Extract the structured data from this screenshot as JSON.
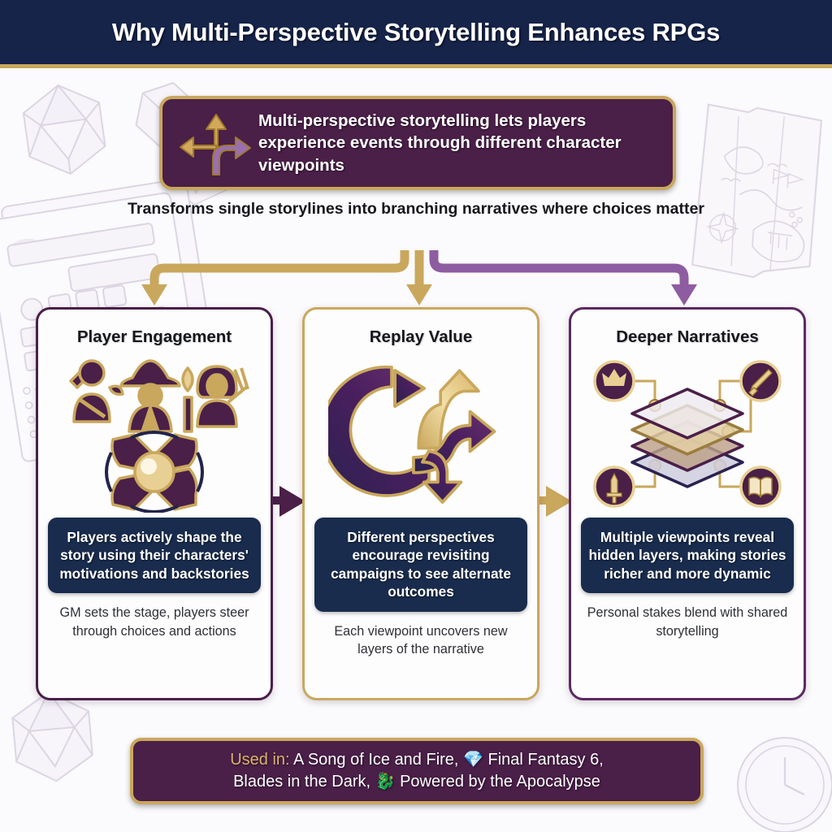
{
  "header": {
    "title": "Why Multi-Perspective Storytelling Enhances RPGs",
    "bg_color": "#16244a",
    "accent_color": "#c9a75c"
  },
  "top_banner": {
    "icon": "branching-arrows-icon",
    "text": "Multi-perspective storytelling lets players experience events through different character viewpoints",
    "bg_color": "#4a1f48",
    "border_color": "#c9a75c"
  },
  "subtitle": "Transforms single storylines into branching narratives where choices matter",
  "cards": [
    {
      "title": "Player Engagement",
      "icon": "party-of-adventurers-icon",
      "highlight": "Players actively shape the story using their characters' motivations and backstories",
      "caption": "GM sets the stage, players steer through choices and actions",
      "border_color": "#4a1f48"
    },
    {
      "title": "Replay Value",
      "icon": "replay-branching-arrows-icon",
      "highlight": "Different perspectives encourage revisiting campaigns to see alternate outcomes",
      "caption": "Each viewpoint uncovers new layers of the narrative",
      "border_color": "#c9a75c"
    },
    {
      "title": "Deeper Narratives",
      "icon": "stacked-layers-icon",
      "highlight": "Multiple viewpoints reveal hidden layers, making stories richer and more dynamic",
      "caption": "Personal stakes blend with shared storytelling",
      "border_color": "#5b2a61"
    }
  ],
  "footer": {
    "label": "Used in:",
    "line1": " A Song of Ice and Fire, 💎 Final Fantasy 6,",
    "line2": "Blades in the Dark, 🐉 Powered by the Apocalypse",
    "bg_color": "#4a1f48",
    "border_color": "#c9a75c",
    "label_color": "#d9b26a"
  },
  "connectors": {
    "left_color": "#c9a75c",
    "middle_color": "#c9a75c",
    "right_color": "#8e5ca0",
    "card_link_1_color": "#4a1f48",
    "card_link_2_color": "#c9a75c"
  }
}
